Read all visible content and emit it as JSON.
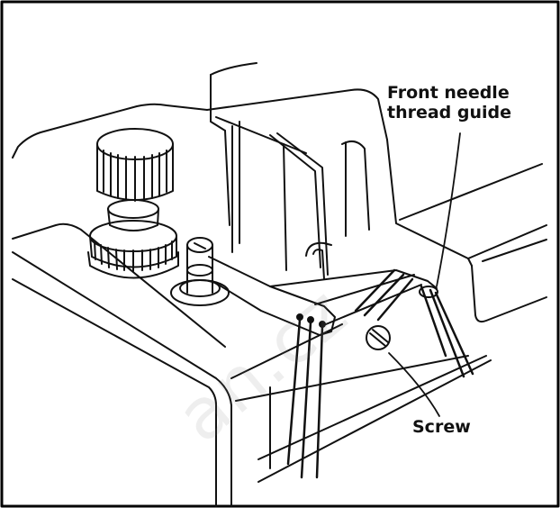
{
  "labels": {
    "guide_line1": "Front needle",
    "guide_line2": "thread guide",
    "screw": "Screw"
  },
  "watermark": "an.cz",
  "colors": {
    "ink": "#111111",
    "frame": "#000000",
    "background": "#ffffff"
  }
}
